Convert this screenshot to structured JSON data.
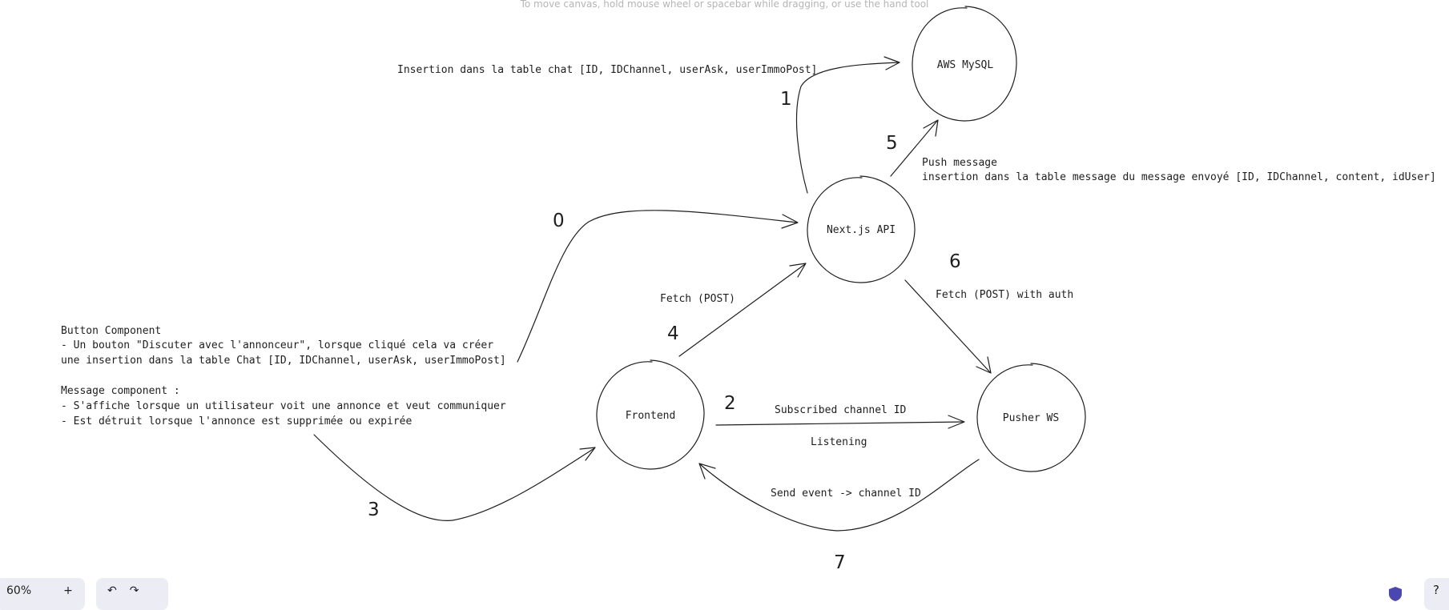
{
  "canvas_hint": "To move canvas, hold mouse wheel or spacebar while dragging, or use the hand tool",
  "nodes": {
    "aws": "AWS MySQL",
    "next": "Next.js API",
    "frontend": "Frontend",
    "pusher": "Pusher WS"
  },
  "labels": {
    "insert_chat": "Insertion dans la table chat [ID, IDChannel, userAsk, userImmoPost]",
    "push_message": "Push message",
    "insert_message": "insertion dans la table message du message envoyé [ID, IDChannel, content, idUser]",
    "fetch_post": "Fetch (POST)",
    "fetch_post_auth": "Fetch (POST) with auth",
    "subscribed": "Subscribed channel ID",
    "listening": "Listening",
    "send_event": "Send event -> channel ID"
  },
  "notes": {
    "button_lines": [
      "Button Component",
      "- Un bouton \"Discuter avec l'annonceur\", lorsque cliqué cela va créer",
      " une insertion dans la table Chat [ID, IDChannel, userAsk, userImmoPost]"
    ],
    "message_lines": [
      "Message component :",
      "- S'affiche lorsque un utilisateur voit une annonce et veut communiquer",
      "- Est détruit lorsque l'annonce est supprimée ou expirée"
    ]
  },
  "steps": [
    "0",
    "1",
    "2",
    "3",
    "4",
    "5",
    "6",
    "7"
  ],
  "toolbar": {
    "zoom_value": "60%",
    "zoom_in": "+",
    "undo": "↶",
    "redo": "↷",
    "help": "?"
  },
  "colors": {
    "stroke": "#1e1e1e",
    "toolbar_bg": "#ececf4",
    "shield": "#4a47b1"
  }
}
